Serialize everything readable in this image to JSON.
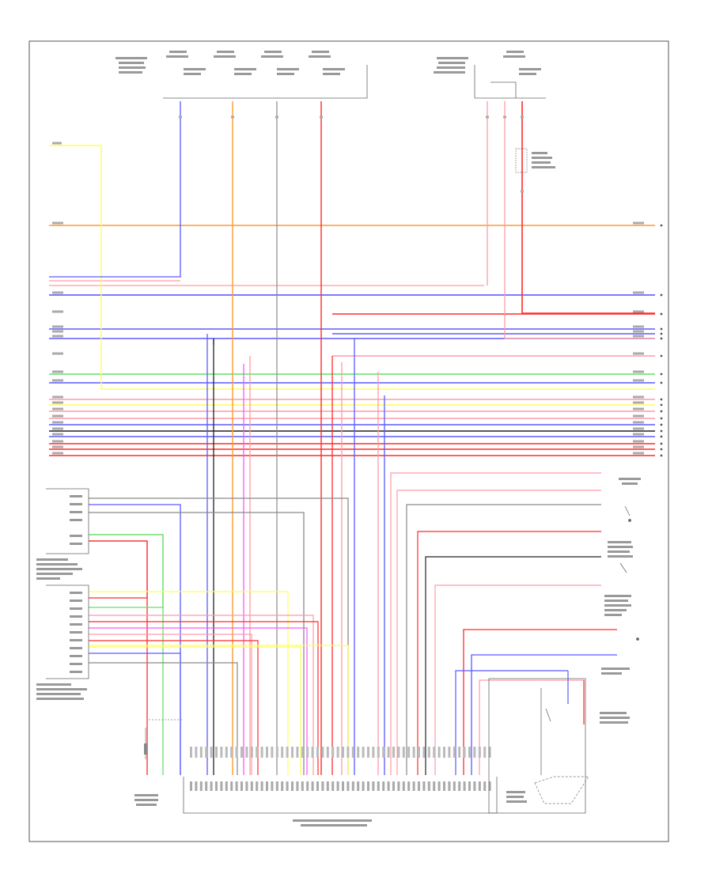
{
  "title": "",
  "footer": "",
  "colors": {
    "yellow": "#ffff55",
    "orange": "#ff9a2e",
    "blue": "#5b5bff",
    "red": "#ff2b2b",
    "pink": "#ff9aa8",
    "gray": "#8a8a8a",
    "green": "#66dd66",
    "violet": "#ff55ff",
    "black": "#222222"
  },
  "top_components": [
    {
      "id": "c1",
      "text": ""
    },
    {
      "id": "c2",
      "text": ""
    },
    {
      "id": "c3",
      "text": ""
    }
  ],
  "bottom_unit": {
    "text": ""
  },
  "side_components": [
    {
      "id": "s1",
      "text": ""
    },
    {
      "id": "s2",
      "text": ""
    },
    {
      "id": "s3",
      "text": ""
    },
    {
      "id": "s4",
      "text": ""
    },
    {
      "id": "s5",
      "text": ""
    }
  ],
  "horizontal_wires": [
    {
      "color": "yellow",
      "label": ""
    },
    {
      "color": "orange",
      "label": ""
    },
    {
      "color": "blue",
      "label": ""
    },
    {
      "color": "pink",
      "label": ""
    },
    {
      "color": "pink",
      "label": ""
    },
    {
      "color": "blue",
      "label": ""
    },
    {
      "color": "blue",
      "label": ""
    },
    {
      "color": "black",
      "label": ""
    },
    {
      "color": "blue",
      "label": ""
    },
    {
      "color": "green",
      "label": ""
    },
    {
      "color": "blue",
      "label": ""
    },
    {
      "color": "pink",
      "label": ""
    },
    {
      "color": "yellow",
      "label": ""
    },
    {
      "color": "gray",
      "label": ""
    },
    {
      "color": "blue",
      "label": ""
    },
    {
      "color": "black",
      "label": ""
    },
    {
      "color": "red",
      "label": ""
    },
    {
      "color": "red",
      "label": ""
    },
    {
      "color": "red",
      "label": ""
    }
  ]
}
